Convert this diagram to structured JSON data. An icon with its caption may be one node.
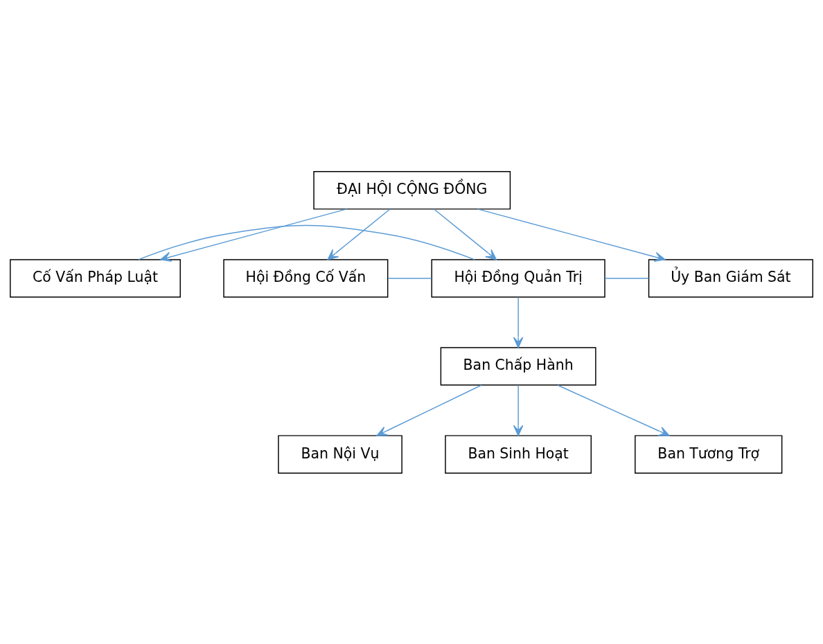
{
  "diagram": {
    "nodes": [
      {
        "text": [
          "ĐẠI HỘI CỘNG ĐỒNG"
        ]
      },
      {
        "text": [
          "Cố Vấn Pháp Luật"
        ]
      },
      {
        "text": [
          "Hội Đồng Cố Vấn"
        ]
      },
      {
        "text": [
          "Hội Đồng Quản Trị"
        ]
      },
      {
        "text": [
          "Ủy Ban Giám Sát"
        ]
      },
      {
        "text": [
          "Ban Chấp Hành"
        ]
      },
      {
        "text": [
          "Ban Nội Vụ"
        ]
      },
      {
        "text": [
          "Ban Sinh Hoạt"
        ]
      },
      {
        "text": [
          "Ban Tương Trợ"
        ]
      }
    ],
    "edges": [
      {
        "from": 0,
        "to": 1,
        "arrow": "to"
      },
      {
        "from": 0,
        "to": 2,
        "arrow": "to"
      },
      {
        "from": 0,
        "to": 3,
        "arrow": "to"
      },
      {
        "from": 0,
        "to": 4,
        "arrow": "to"
      },
      {
        "from": 2,
        "to": 3,
        "arrow": "none"
      },
      {
        "from": 3,
        "to": 4,
        "arrow": "none"
      },
      {
        "from": 1,
        "to": 3,
        "arrow": "none"
      },
      {
        "from": 3,
        "to": 5,
        "arrow": "to"
      },
      {
        "from": 5,
        "to": 6,
        "arrow": "to"
      },
      {
        "from": 5,
        "to": 7,
        "arrow": "to"
      },
      {
        "from": 5,
        "to": 8,
        "arrow": "to"
      }
    ]
  }
}
